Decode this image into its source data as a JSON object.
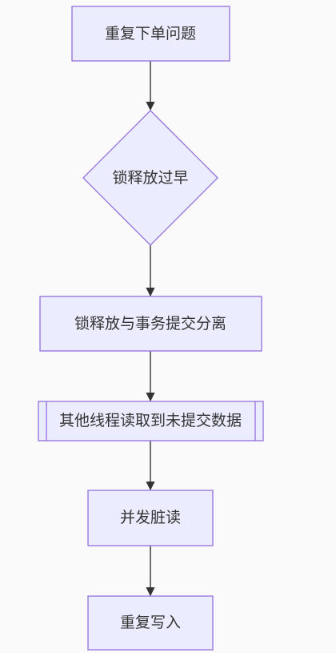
{
  "diagram": {
    "type": "flowchart",
    "direction": "top-down",
    "colors": {
      "node_fill": "#ececff",
      "node_stroke": "#9370db",
      "edge": "#333333",
      "text": "#333333",
      "background": "#fafafa"
    },
    "nodes": [
      {
        "id": "n1",
        "label": "重复下单问题",
        "shape": "rect"
      },
      {
        "id": "n2",
        "label": "锁释放过早",
        "shape": "diamond"
      },
      {
        "id": "n3",
        "label": "锁释放与事务提交分离",
        "shape": "rect"
      },
      {
        "id": "n4",
        "label": "其他线程读取到未提交数据",
        "shape": "subroutine"
      },
      {
        "id": "n5",
        "label": "并发脏读",
        "shape": "rect"
      },
      {
        "id": "n6",
        "label": "重复写入",
        "shape": "rect"
      }
    ],
    "edges": [
      {
        "from": "n1",
        "to": "n2"
      },
      {
        "from": "n2",
        "to": "n3"
      },
      {
        "from": "n3",
        "to": "n4"
      },
      {
        "from": "n4",
        "to": "n5"
      },
      {
        "from": "n5",
        "to": "n6"
      }
    ]
  }
}
